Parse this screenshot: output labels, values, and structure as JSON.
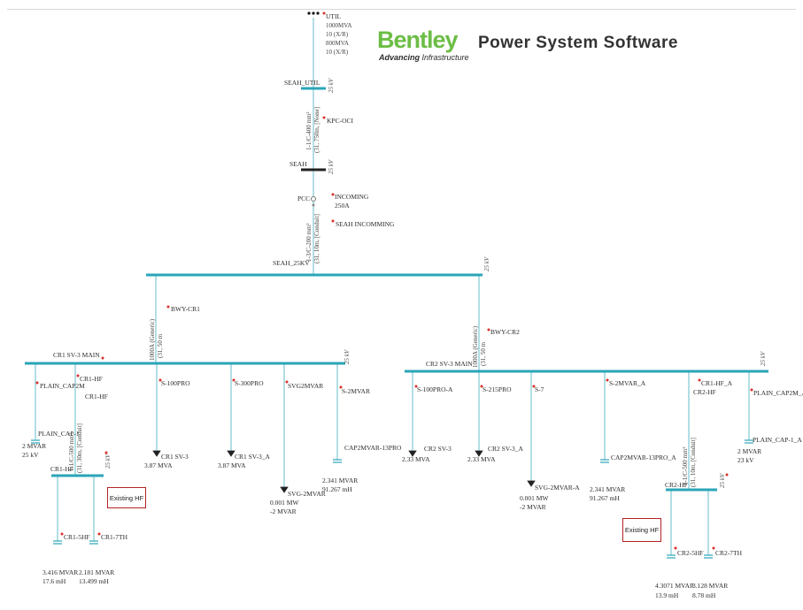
{
  "header": {
    "logo_name": "Bentley",
    "logo_tag_bold": "Advancing",
    "logo_tag_rest": " Infrastructure",
    "title": "Power System Software"
  },
  "colors": {
    "bus": "#2aa5b8",
    "wire": "#7fc8d2",
    "marker": "#d9302a",
    "text": "#2c2c2c",
    "brand": "#6cbd45"
  },
  "utility": {
    "name": "UTIL",
    "details": [
      "1000MVA",
      "10 (X/R)",
      "800MVA",
      "10 (X/R)"
    ]
  },
  "buses": {
    "seah_util": {
      "name": "SEAH_UTIL",
      "kv": "25 kV"
    },
    "seah": {
      "name": "SEAH",
      "kv": "25 kV"
    },
    "seah_25kv": {
      "name": "SEAH_25KV",
      "kv": "25 kV"
    },
    "cr1_main": {
      "name": "CR1 SV-3 MAIN",
      "kv": "25 kV"
    },
    "cr2_main": {
      "name": "CR2 SV-3 MAIN",
      "kv": "25 kV"
    },
    "cr1_hf": {
      "name": "CR1-HF",
      "kv": "25 kV"
    },
    "cr2_hf": {
      "name": "CR2-HF",
      "kv": "25 kV"
    }
  },
  "cables": {
    "kpc": {
      "label": "KPC-OCI",
      "spec1": "1-1/C-400 mm²",
      "spec2": "(31, 750m, [None]"
    },
    "incoming": {
      "spec1": "1-3/C-200 mm²",
      "spec2": "(31, 10m, [Conduit]"
    },
    "bwy_cr1": {
      "label": "BWY-CR1",
      "spec1": "1000A (Generic)",
      "spec2": "(31, 50 m"
    },
    "bwy_cr2": {
      "label": "BWY-CR2",
      "spec1": "1000A (Generic)",
      "spec2": "(31, 50 m"
    },
    "cr1_hf": {
      "spec1": "1-1/C-500 mm²",
      "spec2": "(31, 30m, [Conduit]"
    },
    "cr2_hf": {
      "spec1": "1-1/C-500 mm²",
      "spec2": "(31, 10m, [Conduit]"
    }
  },
  "pcc": {
    "label": "PCC",
    "breaker": "INCOMING",
    "rating": "250A",
    "relay": "SEAH INCOMMING"
  },
  "cr1_feeders": {
    "plain_cap2": "PLAIN_CAP2M",
    "plain_cap": "PLAIN_CAP-1",
    "cap_value": "2 MVAR",
    "cap_kv": "25 kV",
    "hf": "CR1-HF",
    "hf2": "CR1-HF",
    "s100": "S-100PRO",
    "s300": "S-300PRO",
    "svg": "SVG2MVAR",
    "s2mvar": "S-2MVAR",
    "load1": "CR1 SV-3",
    "load1_mva": "3.87 MVA",
    "load2": "CR1 SV-3_A",
    "load2_mva": "3.87 MVA",
    "svg_load": "SVG-2MVAR",
    "svg_mw": "0.001 MW",
    "svg_mvar": "-2 MVAR",
    "cap13": "CAP2MVAR-13PRO",
    "cap13_mvar": "2.341 MVAR",
    "cap13_mh": "91.267 mH",
    "f5": "CR1-5HF",
    "f7": "CR1-7TH",
    "f5_mvar": "3.416 MVAR",
    "f5_mh": "17.6 mH",
    "f7_mvar": "2.181 MVAR",
    "f7_mh": "13.499 mH",
    "existing": "Existing HF"
  },
  "cr2_feeders": {
    "s100": "S-100PRO-A",
    "s215": "S-215PRO",
    "s7": "S-7",
    "s2mvar": "S-2MVAR_A",
    "hf": "CR1-HF_A",
    "hf2": "CR2-HF",
    "plain_cap2": "PLAIN_CAP2M_A",
    "plain_cap": "PLAIN_CAP-1_A",
    "cap_value": "2 MVAR",
    "cap_kv": "23 kV",
    "load1": "CR2 SV-3",
    "load1_mva": "2.33 MVA",
    "load2": "CR2 SV-3_A",
    "load2_mva": "2.33 MVA",
    "svg_load": "SVG-2MVAR-A",
    "svg_mw": "0.001 MW",
    "svg_mvar": "-2 MVAR",
    "cap13": "CAP2MVAR-13PRO_A",
    "cap13_mvar": "2.341 MVAR",
    "cap13_mh": "91.267 mH",
    "f5": "CR2-5HF",
    "f7": "CR2-7TH",
    "f5_mvar": "4.3071 MVAR",
    "f5_mh": "13.9 mH",
    "f7_mvar": "3.128 MVAR",
    "f7_mh": "8.78 mH",
    "existing": "Existing HF"
  }
}
